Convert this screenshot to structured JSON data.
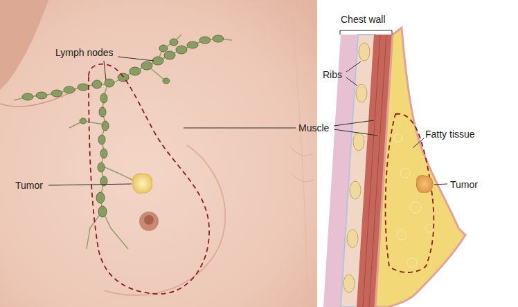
{
  "diagram": {
    "labels": [
      "Chest wall",
      "Lymph nodes",
      "Ribs",
      "Muscle",
      "Fatty tissue",
      "Tumor",
      "Tumor"
    ]
  }
}
